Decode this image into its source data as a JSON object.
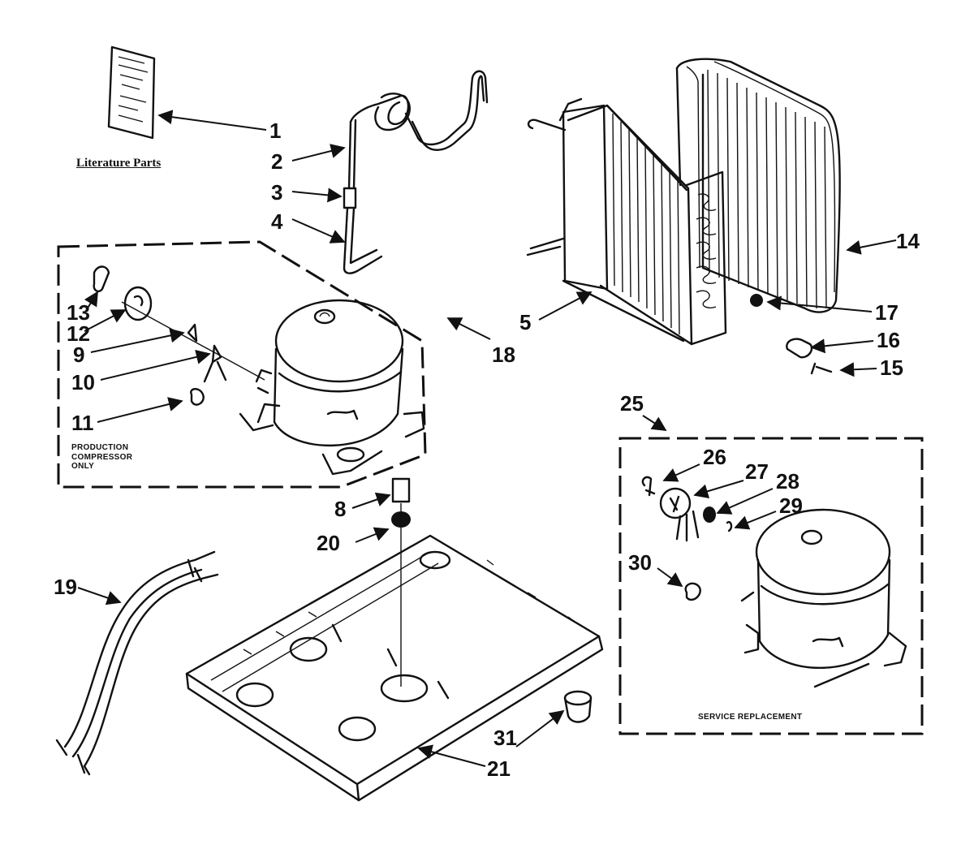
{
  "literature": {
    "caption": "Literature Parts"
  },
  "production_box": {
    "caption_lines": [
      "PRODUCTION",
      "COMPRESSOR",
      "ONLY"
    ]
  },
  "service_box": {
    "caption": "SERVICE REPLACEMENT"
  },
  "callouts": [
    {
      "key": "c1",
      "num": "1"
    },
    {
      "key": "c2",
      "num": "2"
    },
    {
      "key": "c3",
      "num": "3"
    },
    {
      "key": "c4",
      "num": "4"
    },
    {
      "key": "c5",
      "num": "5"
    },
    {
      "key": "c8",
      "num": "8"
    },
    {
      "key": "c9",
      "num": "9"
    },
    {
      "key": "c10",
      "num": "10"
    },
    {
      "key": "c11",
      "num": "11"
    },
    {
      "key": "c12",
      "num": "12"
    },
    {
      "key": "c13",
      "num": "13"
    },
    {
      "key": "c14",
      "num": "14"
    },
    {
      "key": "c15",
      "num": "15"
    },
    {
      "key": "c16",
      "num": "16"
    },
    {
      "key": "c17",
      "num": "17"
    },
    {
      "key": "c18",
      "num": "18"
    },
    {
      "key": "c19",
      "num": "19"
    },
    {
      "key": "c20",
      "num": "20"
    },
    {
      "key": "c21",
      "num": "21"
    },
    {
      "key": "c25",
      "num": "25"
    },
    {
      "key": "c26",
      "num": "26"
    },
    {
      "key": "c27",
      "num": "27"
    },
    {
      "key": "c28",
      "num": "28"
    },
    {
      "key": "c29",
      "num": "29"
    },
    {
      "key": "c30",
      "num": "30"
    },
    {
      "key": "c31",
      "num": "31"
    }
  ],
  "colors": {
    "ink": "#111111",
    "paper": "#ffffff"
  }
}
